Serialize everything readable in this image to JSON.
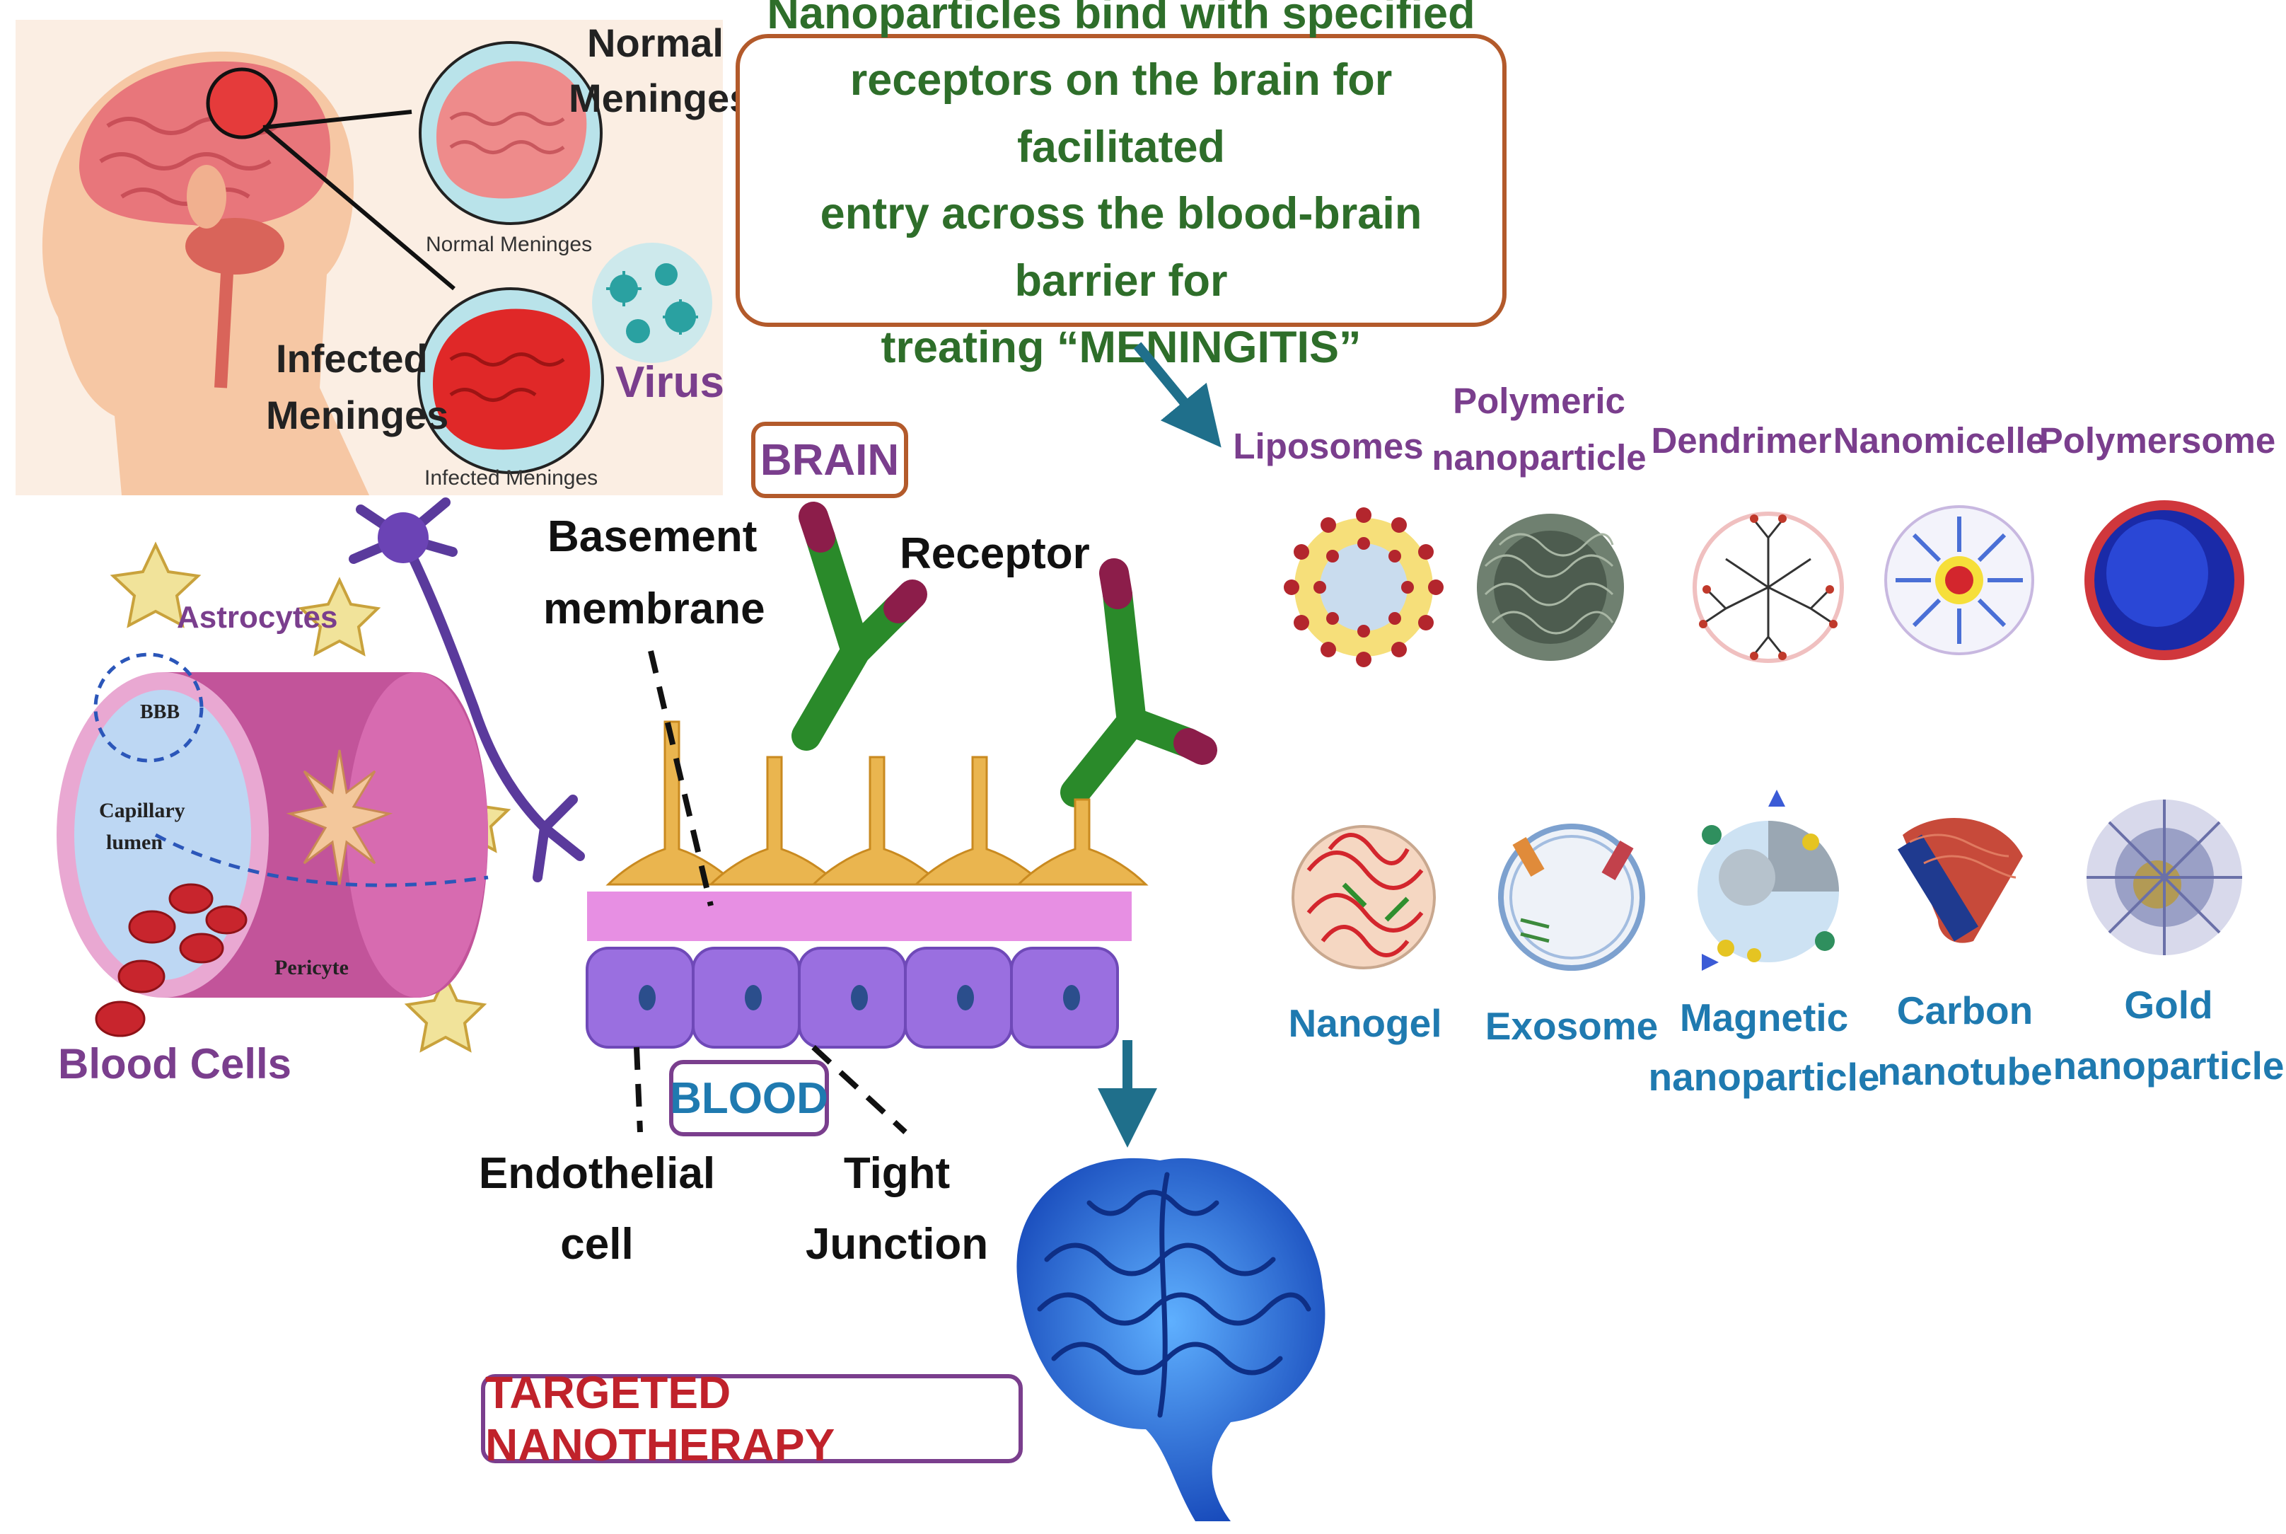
{
  "banner": {
    "lines": [
      "Nanoparticles bind with specified",
      "receptors on the brain for facilitated",
      "entry across the blood-brain barrier for",
      "treating “MENINGITIS”"
    ]
  },
  "meninges_panel": {
    "normal_label_1": "Normal",
    "normal_label_2": "Meninges",
    "normal_caption": "Normal Meninges",
    "infected_label_1": "Infected",
    "infected_label_2": "Meninges",
    "infected_caption": "Infected Meninges",
    "virus_label": "Virus"
  },
  "bbb_panel": {
    "astrocytes_label": "Astrocytes",
    "bbb_label": "BBB",
    "capillary_label_1": "Capillary",
    "capillary_label_2": "lumen",
    "pericyte_label": "Pericyte",
    "blood_cells_label": "Blood Cells"
  },
  "barrier_panel": {
    "brain_tag": "BRAIN",
    "basement_label_1": "Basement",
    "basement_label_2": "membrane",
    "receptor_label": "Receptor",
    "blood_tag": "BLOOD",
    "endothelial_label_1": "Endothelial",
    "endothelial_label_2": "cell",
    "tight_label_1": "Tight",
    "tight_label_2": "Junction"
  },
  "therapy_tag": "TARGETED NANOTHERAPY",
  "nanoparticles_top": [
    {
      "line1": "Liposomes",
      "line2": ""
    },
    {
      "line1": "Polymeric",
      "line2": "nanoparticle"
    },
    {
      "line1": "Dendrimer",
      "line2": ""
    },
    {
      "line1": "Nanomicelle",
      "line2": ""
    },
    {
      "line1": "Polymersome",
      "line2": ""
    }
  ],
  "nanoparticles_bottom": [
    {
      "line1": "Nanogel",
      "line2": ""
    },
    {
      "line1": "Exosome",
      "line2": ""
    },
    {
      "line1": "Magnetic",
      "line2": "nanoparticle"
    },
    {
      "line1": "Carbon",
      "line2": "nanotube"
    },
    {
      "line1": "Gold",
      "line2": "nanoparticle"
    }
  ],
  "colors": {
    "banner_border": "#b35a2b",
    "banner_text": "#2e6e2a",
    "purple_label": "#7a3e8d",
    "blue_label": "#1f7ab0",
    "arrow": "#1f6f8b",
    "brain_blue": "#2a6fd6"
  }
}
